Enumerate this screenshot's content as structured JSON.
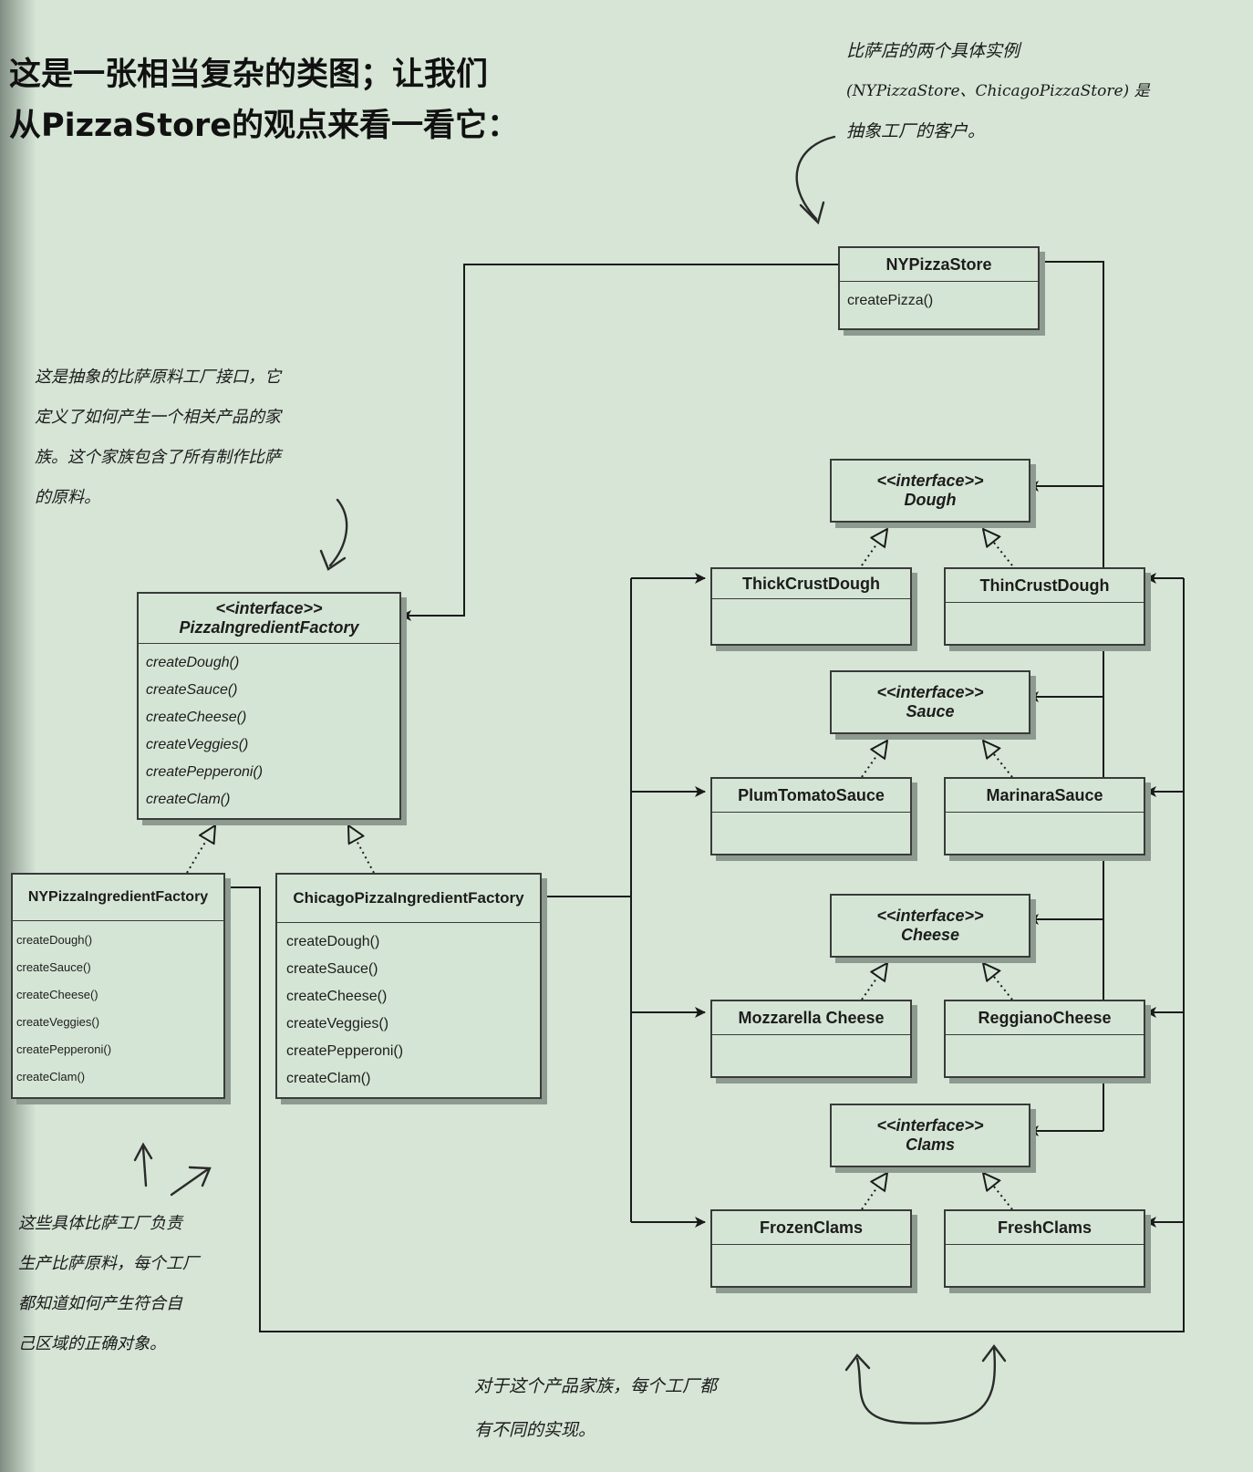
{
  "title": {
    "line1": "这是一张相当复杂的类图；让我们",
    "line2": "从PizzaStore的观点来看一看它："
  },
  "notes": {
    "top_right": [
      "比萨店的两个具体实例",
      "(NYPizzaStore、ChicagoPizzaStore) 是",
      "抽象工厂的客户。"
    ],
    "left_interface": [
      "这是抽象的比萨原料工厂接口，它",
      "定义了如何产生一个相关产品的家",
      "族。这个家族包含了所有制作比萨",
      "的原料。"
    ],
    "left_concrete": [
      "这些具体比萨工厂负责",
      "生产比萨原料，每个工厂",
      "都知道如何产生符合自",
      "己区域的正确对象。"
    ],
    "bottom": [
      "对于这个产品家族，每个工厂都",
      "有不同的实现。"
    ]
  },
  "classes": {
    "ny_pizza_store": {
      "name": "NYPizzaStore",
      "methods": [
        "createPizza()"
      ]
    },
    "pizza_ingredient_factory": {
      "stereotype": "<<interface>>",
      "name": "PizzaIngredientFactory",
      "methods": [
        "createDough()",
        "createSauce()",
        "createCheese()",
        "createVeggies()",
        "createPepperoni()",
        "createClam()"
      ]
    },
    "ny_ingredient_factory": {
      "name": "NYPizzaIngredientFactory",
      "methods": [
        "createDough()",
        "createSauce()",
        "createCheese()",
        "createVeggies()",
        "createPepperoni()",
        "createClam()"
      ]
    },
    "chicago_ingredient_factory": {
      "name": "ChicagoPizzaIngredientFactory",
      "methods": [
        "createDough()",
        "createSauce()",
        "createCheese()",
        "createVeggies()",
        "createPepperoni()",
        "createClam()"
      ]
    },
    "dough": {
      "stereotype": "<<interface>>",
      "name": "Dough"
    },
    "thick_crust_dough": {
      "name": "ThickCrustDough"
    },
    "thin_crust_dough": {
      "name": "ThinCrustDough"
    },
    "sauce": {
      "stereotype": "<<interface>>",
      "name": "Sauce"
    },
    "plum_tomato_sauce": {
      "name": "PlumTomatoSauce"
    },
    "marinara_sauce": {
      "name": "MarinaraSauce"
    },
    "cheese": {
      "stereotype": "<<interface>>",
      "name": "Cheese"
    },
    "mozzarella_cheese": {
      "name": "Mozzarella Cheese"
    },
    "reggiano_cheese": {
      "name": "ReggianoCheese"
    },
    "clams": {
      "stereotype": "<<interface>>",
      "name": "Clams"
    },
    "frozen_clams": {
      "name": "FrozenClams"
    },
    "fresh_clams": {
      "name": "FreshClams"
    }
  }
}
